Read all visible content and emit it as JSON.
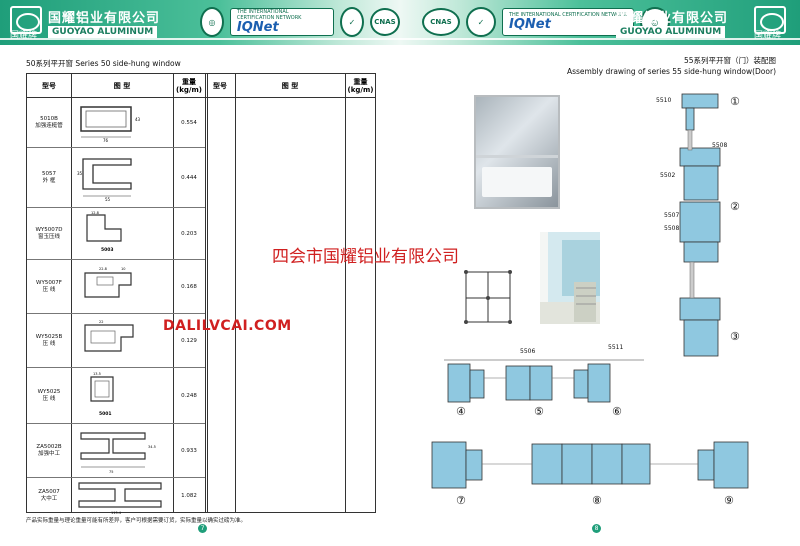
{
  "header": {
    "company_cn": "国耀铝业有限公司",
    "company_en": "GUOYAO ALUMINUM",
    "brand_small": "国耀牌",
    "certs": [
      "IQNet",
      "CNAS"
    ],
    "iqnet_tiny": "THE INTERNATIONAL CERTIFICATION NETWORK"
  },
  "left_page": {
    "title": "50系列平开窗    Series 50 side-hung window",
    "columns": [
      "型号",
      "图 型",
      "重量\n(kg/m)",
      "型号",
      "图 型",
      "重量\n(kg/m)"
    ],
    "rows": [
      {
        "model": "5010B\n加强连梃管",
        "weight": "0.554",
        "dims": [
          "76",
          "43"
        ]
      },
      {
        "model": "5057\n外 框",
        "weight": "0.444",
        "dims": [
          "55",
          "35"
        ]
      },
      {
        "model": "WY5007D\n窗玉压线",
        "weight": "0.203",
        "dims": [
          "12.8"
        ],
        "code": "5003"
      },
      {
        "model": "WY5007F\n压 线",
        "weight": "0.168",
        "dims": [
          "22.8",
          "10"
        ]
      },
      {
        "model": "WY5025B\n压 线",
        "weight": "0.129",
        "dims": [
          "22"
        ]
      },
      {
        "model": "WY5025\n压 线",
        "weight": "0.248",
        "dims": [
          "13.5"
        ],
        "code": "5001"
      },
      {
        "model": "ZA5002B\n加强中工",
        "weight": "0.933",
        "dims": [
          "75",
          "34.5"
        ]
      },
      {
        "model": "ZA5007\n大中工",
        "weight": "1.082",
        "dims": [
          "115.4"
        ]
      }
    ],
    "footnote": "产品实际重量与理论重量可能有所差异，客户可根据需要订货，实际重量以确实过磅为准。",
    "page_number": "7"
  },
  "right_page": {
    "title_cn": "55系列平开窗（门）装配图",
    "title_en": "Assembly drawing of series 55 side-hung window(Door)",
    "part_labels": [
      "5510",
      "5508",
      "5502",
      "5507",
      "5508",
      "5506",
      "5511"
    ],
    "circled": [
      "①",
      "②",
      "③",
      "④",
      "⑤",
      "⑥",
      "⑦",
      "⑧",
      "⑨"
    ],
    "page_number": "8"
  },
  "watermarks": {
    "cn": "四会市国耀铝业有限公司",
    "url": "DALILVCAI.COM"
  },
  "colors": {
    "brand_green": "#1f9e7a",
    "profile_blue": "#8fc8e0",
    "watermark_red": "#d02020"
  }
}
